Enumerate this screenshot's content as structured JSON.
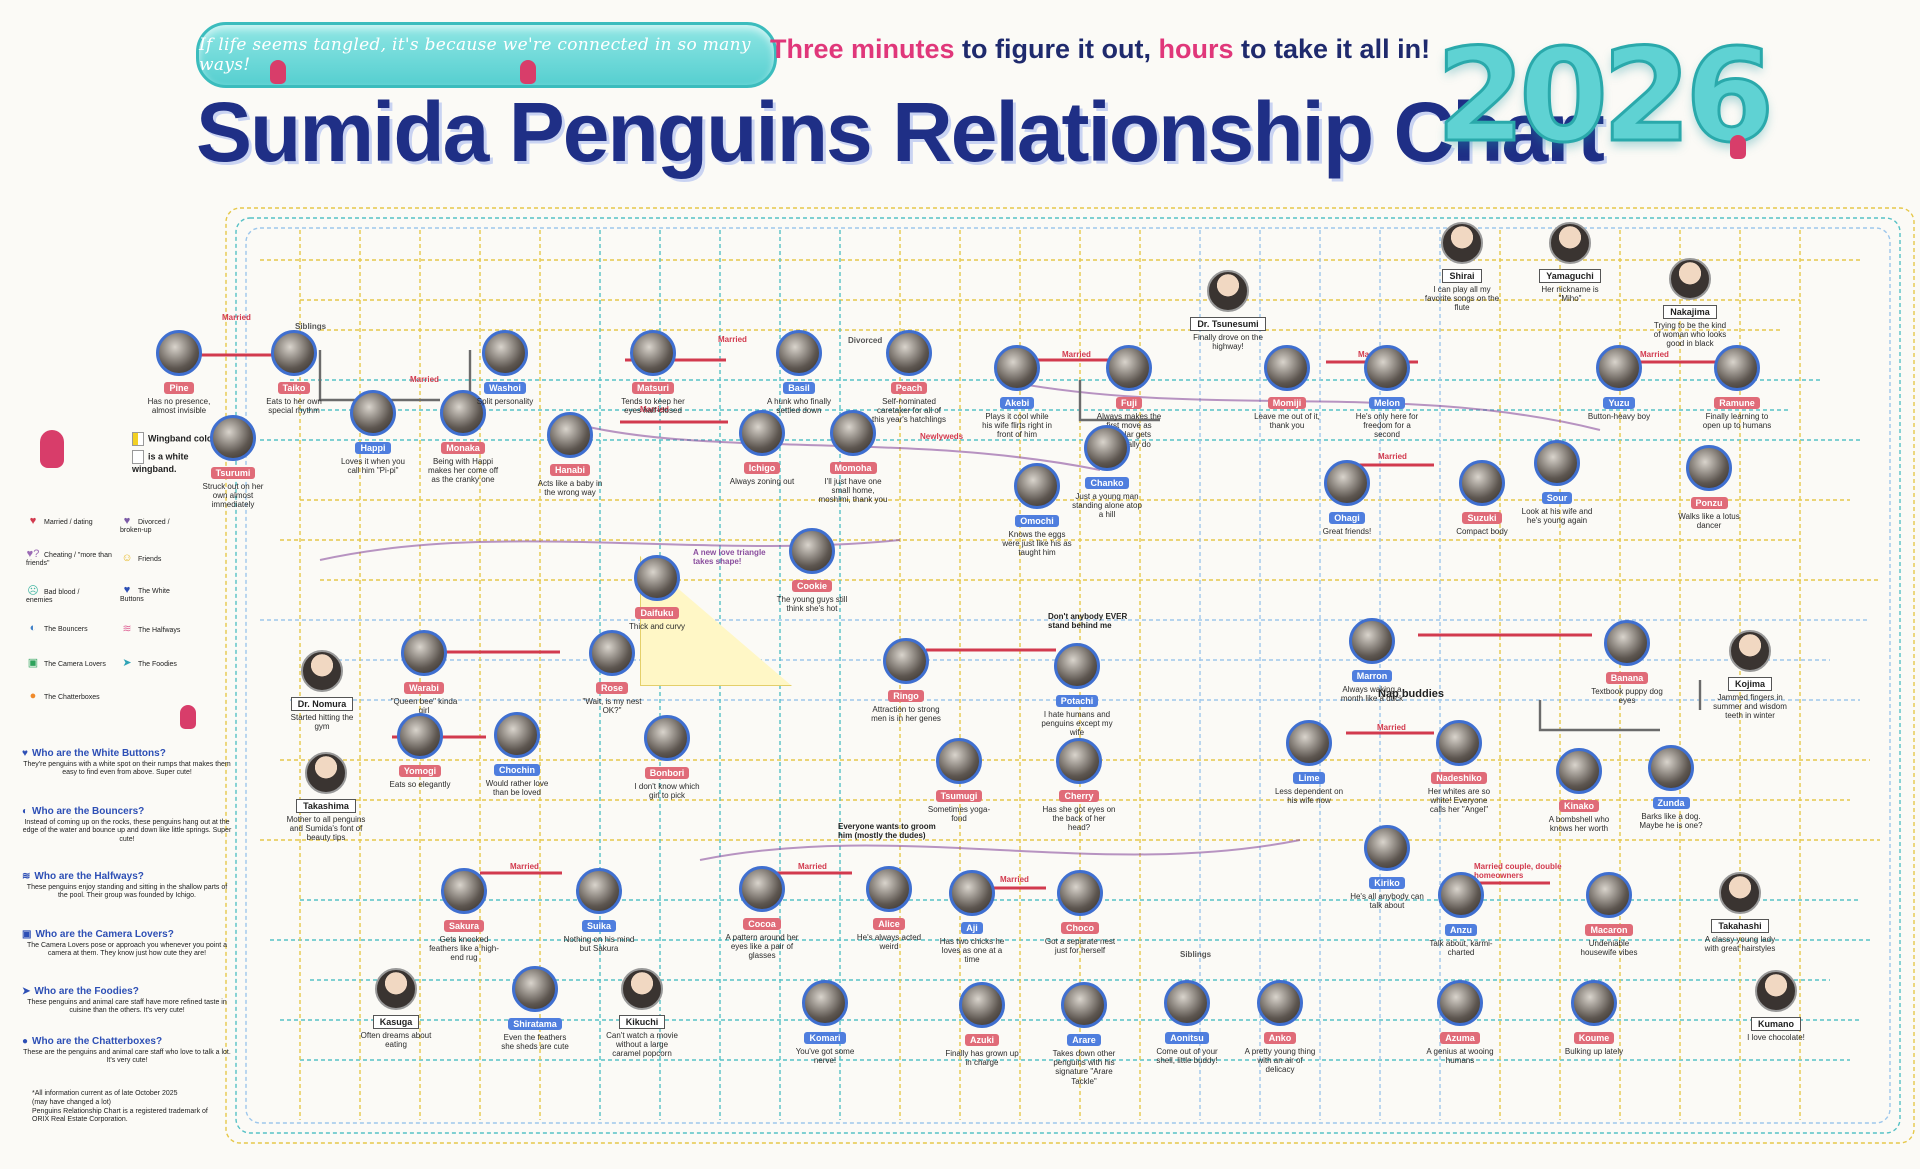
{
  "header": {
    "banner": "If life seems tangled, it's because we're connected in so many ways!",
    "tagline_1": "Three minutes",
    "tagline_2": " to figure it out, ",
    "tagline_3": "hours",
    "tagline_4": " to take it all in!",
    "title": "Sumida Penguins Relationship Chart",
    "year": "2026"
  },
  "legend": {
    "wingband_color": "Wingband color",
    "white_wingband": "is a white wingband.",
    "items": [
      {
        "icon": "heart-icon",
        "label": "Married / dating"
      },
      {
        "icon": "broken-heart-icon",
        "label": "Divorced / broken-up"
      },
      {
        "icon": "heart-question-icon",
        "label": "Cheating / \"more than friends\""
      },
      {
        "icon": "smiley-icon",
        "label": "Friends"
      },
      {
        "icon": "angry-face-icon",
        "label": "Bad blood / enemies"
      },
      {
        "icon": "white-button-icon",
        "label": "The White Buttons"
      },
      {
        "icon": "bouncer-icon",
        "label": "The Bouncers"
      },
      {
        "icon": "halfway-icon",
        "label": "The Halfways"
      },
      {
        "icon": "camera-icon",
        "label": "The Camera Lovers"
      },
      {
        "icon": "fish-icon",
        "label": "The Foodies"
      },
      {
        "icon": "chat-icon",
        "label": "The Chatterboxes"
      }
    ]
  },
  "info_sections": [
    {
      "icon": "white-button-icon",
      "title": "Who are the White Buttons?",
      "text": "They're penguins with a white spot on their rumps that makes them easy to find even from above. Super cute!"
    },
    {
      "icon": "bouncer-icon",
      "title": "Who are the Bouncers?",
      "text": "Instead of coming up on the rocks, these penguins hang out at the edge of the water and bounce up and down like little springs. Super cute!"
    },
    {
      "icon": "halfway-icon",
      "title": "Who are the Halfways?",
      "text": "These penguins enjoy standing and sitting in the shallow parts of the pool. Their group was founded by Ichigo."
    },
    {
      "icon": "camera-icon",
      "title": "Who are the Camera Lovers?",
      "text": "The Camera Lovers pose or approach you whenever you point a camera at them. They know just how cute they are!"
    },
    {
      "icon": "fish-icon",
      "title": "Who are the Foodies?",
      "text": "These penguins and animal care staff have more refined taste in cuisine than the others. It's very cute!"
    },
    {
      "icon": "chat-icon",
      "title": "Who are the Chatterboxes?",
      "text": "These are the penguins and animal care staff who love to talk a lot. It's very cute!"
    }
  ],
  "footnote": {
    "line1": "*All information current as of late October 2025",
    "line2": "(may have changed a lot)",
    "line3": "Penguins Relationship Chart is a registered trademark of",
    "line4": "ORIX Real Estate Corporation."
  },
  "penguins": [
    {
      "name": "Pine",
      "sex": "f",
      "caption": "Has no presence, almost invisible"
    },
    {
      "name": "Taiko",
      "sex": "f",
      "caption": "Eats to her own special rhythm"
    },
    {
      "name": "Tsurumi",
      "sex": "f",
      "caption": "Struck out on her own almost immediately"
    },
    {
      "name": "Happi",
      "sex": "m",
      "caption": "Loves it when you call him \"Pi-pi\""
    },
    {
      "name": "Monaka",
      "sex": "f",
      "caption": "Being with Happi makes her come off as the cranky one"
    },
    {
      "name": "Washoi",
      "sex": "m",
      "caption": "Split personality"
    },
    {
      "name": "Hanabi",
      "sex": "f",
      "caption": "Acts like a baby in the wrong way"
    },
    {
      "name": "Matsuri",
      "sex": "f",
      "caption": "Tends to keep her eyes half-closed"
    },
    {
      "name": "Basil",
      "sex": "m",
      "caption": "A hunk who finally settled down"
    },
    {
      "name": "Ichigo",
      "sex": "f",
      "caption": "Always zoning out"
    },
    {
      "name": "Peach",
      "sex": "f",
      "caption": "Self-nominated caretaker for all of this year's hatchlings"
    },
    {
      "name": "Momoha",
      "sex": "f",
      "caption": "I'll just have one small home, moshimi, thank you"
    },
    {
      "name": "Akebi",
      "sex": "m",
      "caption": "Plays it cool while his wife flirts right in front of him"
    },
    {
      "name": "Fuji",
      "sex": "f",
      "caption": "Always makes the first move as popular gets generally do"
    },
    {
      "name": "Omochi",
      "sex": "m",
      "caption": "Knows the eggs were just like his as taught him"
    },
    {
      "name": "Chanko",
      "sex": "m",
      "caption": "Just a young man standing alone atop a hill"
    },
    {
      "name": "Momiji",
      "sex": "f",
      "caption": "Leave me out of it, thank you"
    },
    {
      "name": "Melon",
      "sex": "m",
      "caption": "He's only here for freedom for a second"
    },
    {
      "name": "Ohagi",
      "sex": "m",
      "caption": "Great friends!"
    },
    {
      "name": "Yuzu",
      "sex": "m",
      "caption": "Button-heavy boy"
    },
    {
      "name": "Ramune",
      "sex": "f",
      "caption": "Finally learning to open up to humans"
    },
    {
      "name": "Suzuki",
      "sex": "f",
      "caption": "Compact body"
    },
    {
      "name": "Sour",
      "sex": "m",
      "caption": "Look at his wife and he's young again"
    },
    {
      "name": "Ponzu",
      "sex": "f",
      "caption": "Walks like a lotus dancer"
    },
    {
      "name": "Daifuku",
      "sex": "f",
      "caption": "Thick and curvy"
    },
    {
      "name": "Cookie",
      "sex": "f",
      "caption": "The young guys still think she's hot"
    },
    {
      "name": "Warabi",
      "sex": "f",
      "caption": "\"Queen bee\" kinda girl"
    },
    {
      "name": "Rose",
      "sex": "f",
      "caption": "\"Wait, is my nest OK?\""
    },
    {
      "name": "Yomogi",
      "sex": "f",
      "caption": "Eats so elegantly"
    },
    {
      "name": "Chochin",
      "sex": "m",
      "caption": "Would rather love than be loved"
    },
    {
      "name": "Bonbori",
      "sex": "f",
      "caption": "I don't know which girl to pick"
    },
    {
      "name": "Ringo",
      "sex": "f",
      "caption": "Attraction to strong men is in her genes"
    },
    {
      "name": "Potachi",
      "sex": "m",
      "caption": "I hate humans and penguins except my wife"
    },
    {
      "name": "Tsumugi",
      "sex": "f",
      "caption": "Sometimes yoga-fond"
    },
    {
      "name": "Cherry",
      "sex": "f",
      "caption": "Has she got eyes on the back of her head?"
    },
    {
      "name": "Marron",
      "sex": "m",
      "caption": "Always waking a month like a duck"
    },
    {
      "name": "Banana",
      "sex": "f",
      "caption": "Textbook puppy dog eyes"
    },
    {
      "name": "Lime",
      "sex": "m",
      "caption": "Less dependent on his wife now"
    },
    {
      "name": "Nadeshiko",
      "sex": "f",
      "caption": "Her whites are so white! Everyone calls her \"Angel\""
    },
    {
      "name": "Kinako",
      "sex": "f",
      "caption": "A bombshell who knows her worth"
    },
    {
      "name": "Zunda",
      "sex": "m",
      "caption": "Barks like a dog. Maybe he is one?"
    },
    {
      "name": "Kiriko",
      "sex": "m",
      "caption": "He's all anybody can talk about"
    },
    {
      "name": "Anzu",
      "sex": "m",
      "caption": "Talk about, karmi-charted"
    },
    {
      "name": "Macaron",
      "sex": "f",
      "caption": "Undeniable housewife vibes"
    },
    {
      "name": "Sakura",
      "sex": "f",
      "caption": "Gets knocked feathers like a high-end rug"
    },
    {
      "name": "Suika",
      "sex": "m",
      "caption": "Nothing on his mind but Sakura"
    },
    {
      "name": "Cocoa",
      "sex": "f",
      "caption": "A pattern around her eyes like a pair of glasses"
    },
    {
      "name": "Alice",
      "sex": "f",
      "caption": "He's always acted weird"
    },
    {
      "name": "Aji",
      "sex": "m",
      "caption": "Has two chicks he loves as one at a time"
    },
    {
      "name": "Choco",
      "sex": "f",
      "caption": "Got a separate nest just for herself"
    },
    {
      "name": "Shiratama",
      "sex": "m",
      "caption": "Even the feathers she sheds are cute"
    },
    {
      "name": "Komari",
      "sex": "m",
      "caption": "You've got some nerve!"
    },
    {
      "name": "Azuki",
      "sex": "f",
      "caption": "Finally has grown up in charge"
    },
    {
      "name": "Arare",
      "sex": "m",
      "caption": "Takes down other penguins with his signature \"Arare Tackle\""
    },
    {
      "name": "Aonitsu",
      "sex": "m",
      "caption": "Come out of your shell, little buddy!"
    },
    {
      "name": "Anko",
      "sex": "f",
      "caption": "A pretty young thing with an air of delicacy"
    },
    {
      "name": "Azuma",
      "sex": "f",
      "caption": "A genius at wooing humans"
    },
    {
      "name": "Koume",
      "sex": "f",
      "caption": "Bulking up lately"
    }
  ],
  "staff": [
    {
      "name": "Dr. Tsunesumi",
      "caption": "Finally drove on the highway!"
    },
    {
      "name": "Shirai",
      "caption": "I can play all my favorite songs on the flute"
    },
    {
      "name": "Yamaguchi",
      "caption": "Her nickname is \"Miho\""
    },
    {
      "name": "Nakajima",
      "caption": "Trying to be the kind of woman who looks good in black"
    },
    {
      "name": "Dr. Nomura",
      "caption": "Started hitting the gym"
    },
    {
      "name": "Takashima",
      "caption": "Mother to all penguins and Sumida's font of beauty tips"
    },
    {
      "name": "Kojima",
      "caption": "Jammed fingers in summer and wisdom teeth in winter"
    },
    {
      "name": "Takahashi",
      "caption": "A classy young lady with great hairstyles"
    },
    {
      "name": "Kumano",
      "caption": "I love chocolate!"
    },
    {
      "name": "Kasuga",
      "caption": "Often dreams about eating"
    },
    {
      "name": "Kikuchi",
      "caption": "Can't watch a movie without a large caramel popcorn"
    }
  ],
  "relations": {
    "married": "Married",
    "divorced": "Divorced",
    "siblings": "Siblings",
    "newlyweds": "Newlyweds",
    "married_couple": "Married couple, double homeowners",
    "dont_anybody": "Don't anybody EVER stand behind me",
    "nap_buddies": "Nap buddies",
    "love_triangle": "A new love triangle takes shape!",
    "everyone_wants": "Everyone wants to groom him (mostly the dudes)"
  },
  "colors": {
    "title": "#1f2f86",
    "accent_pink": "#e0377a",
    "teal": "#5fd2d3",
    "married_line": "#d23a4e"
  }
}
